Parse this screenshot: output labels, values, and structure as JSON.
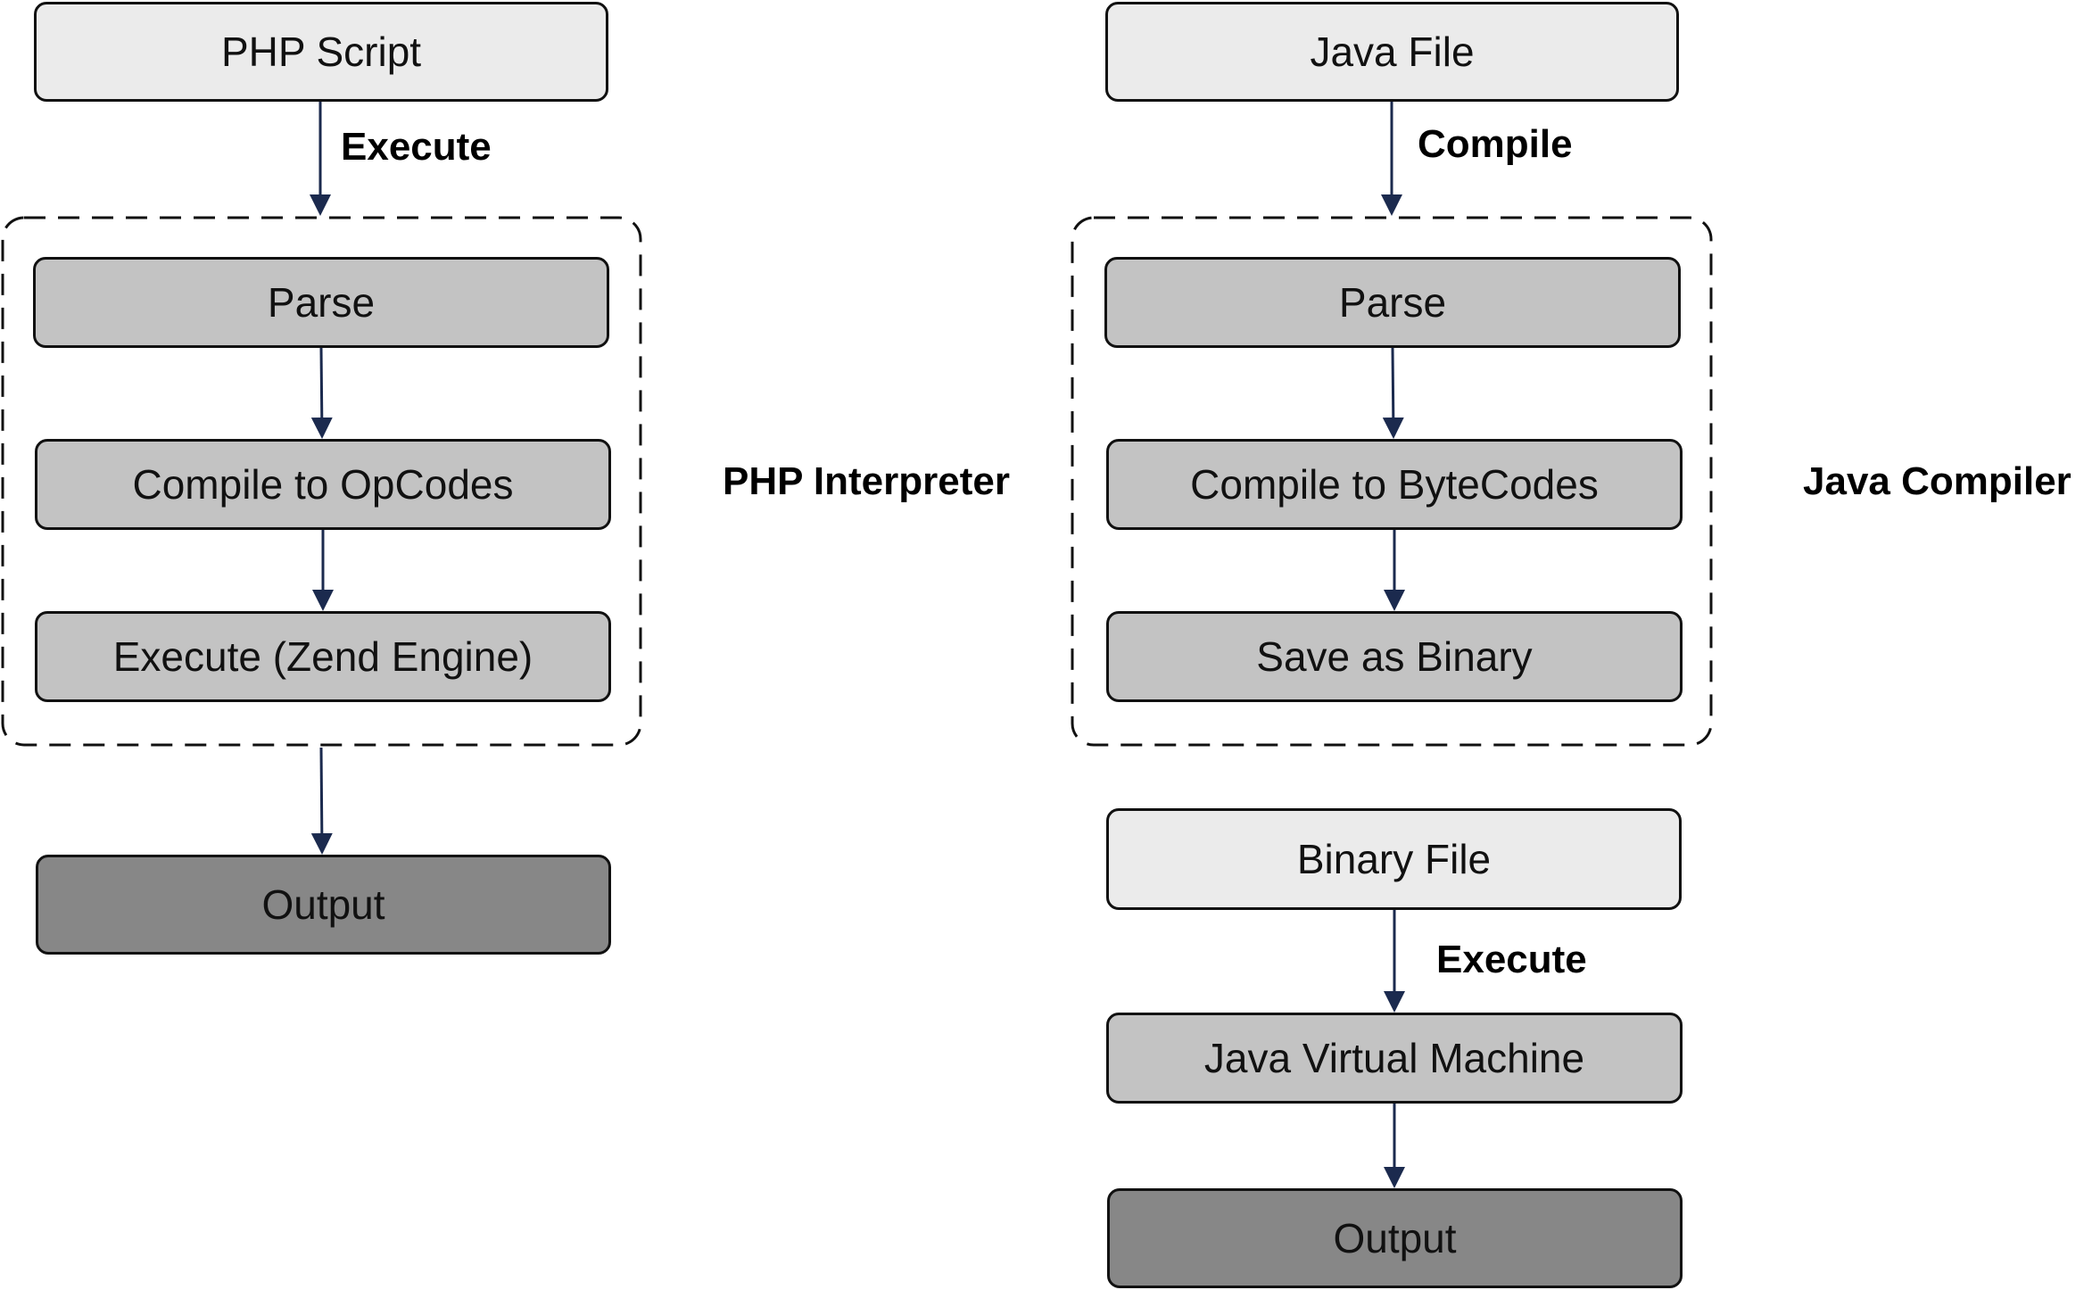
{
  "colors": {
    "arrow": "#1b2a4e",
    "border": "#111111",
    "source_fill": "#ebebeb",
    "step_fill": "#c3c3c3",
    "output_fill": "#878787"
  },
  "php": {
    "source": "PHP Script",
    "edge_execute": "Execute",
    "steps": [
      "Parse",
      "Compile to OpCodes",
      "Execute (Zend Engine)"
    ],
    "group_label": "PHP Interpreter",
    "output": "Output"
  },
  "java": {
    "source": "Java File",
    "edge_compile": "Compile",
    "steps": [
      "Parse",
      "Compile to ByteCodes",
      "Save as Binary"
    ],
    "group_label": "Java Compiler",
    "binary": "Binary File",
    "edge_execute": "Execute",
    "vm": "Java Virtual Machine",
    "output": "Output"
  }
}
